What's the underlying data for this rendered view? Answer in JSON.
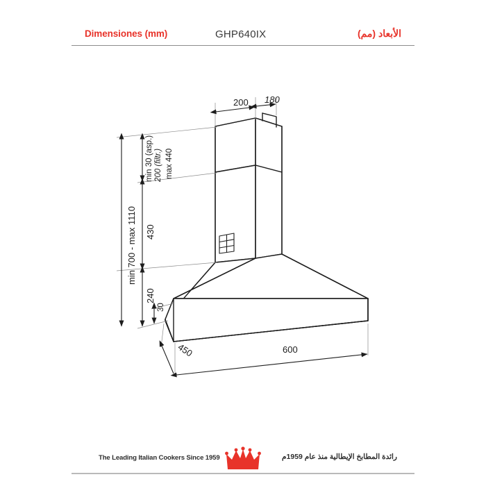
{
  "page": {
    "background_color": "#ffffff",
    "accent_color": "#e8332a",
    "line_color": "#1d1d1d"
  },
  "header": {
    "title_es": "Dimensiones (mm)",
    "model": "GHP640IX",
    "title_ar": "الأبعاد (مم)"
  },
  "footer": {
    "tagline_en": "The Leading Italian Cookers Since 1959",
    "tagline_ar": "رائدة المطابخ الإيطالية منذ عام 1959م",
    "logo_name": "crown-logo"
  },
  "drawing": {
    "title": "GHP640IX chimney cooker hood dimension drawing",
    "units": "mm",
    "dimensions": {
      "chimney_top_width": "200",
      "chimney_top_depth": "180",
      "duct_min_asp": "min 30 (asp.)",
      "duct_filtr": "200 (filtr.)",
      "duct_max": "max 440",
      "total_height_range": "min 700 - max 1110",
      "chimney_lower_height": "430",
      "canopy_slope_height": "240",
      "canopy_band_height": "30",
      "base_depth": "450",
      "base_width": "600"
    }
  }
}
